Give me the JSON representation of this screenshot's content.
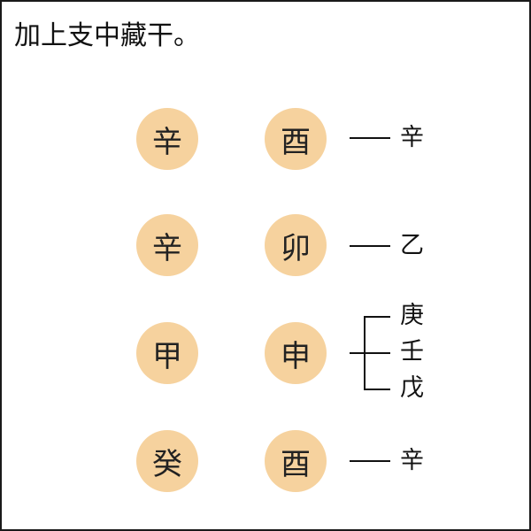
{
  "title": "加上支中藏干。",
  "colors": {
    "circle_fill": "#f6d29e",
    "line": "#111111",
    "text": "#111111"
  },
  "rows": [
    {
      "stem": "辛",
      "branch": "酉",
      "hidden": [
        "辛"
      ]
    },
    {
      "stem": "辛",
      "branch": "卯",
      "hidden": [
        "乙"
      ]
    },
    {
      "stem": "甲",
      "branch": "申",
      "hidden": [
        "庚",
        "壬",
        "戊"
      ]
    },
    {
      "stem": "癸",
      "branch": "酉",
      "hidden": [
        "辛"
      ]
    }
  ]
}
